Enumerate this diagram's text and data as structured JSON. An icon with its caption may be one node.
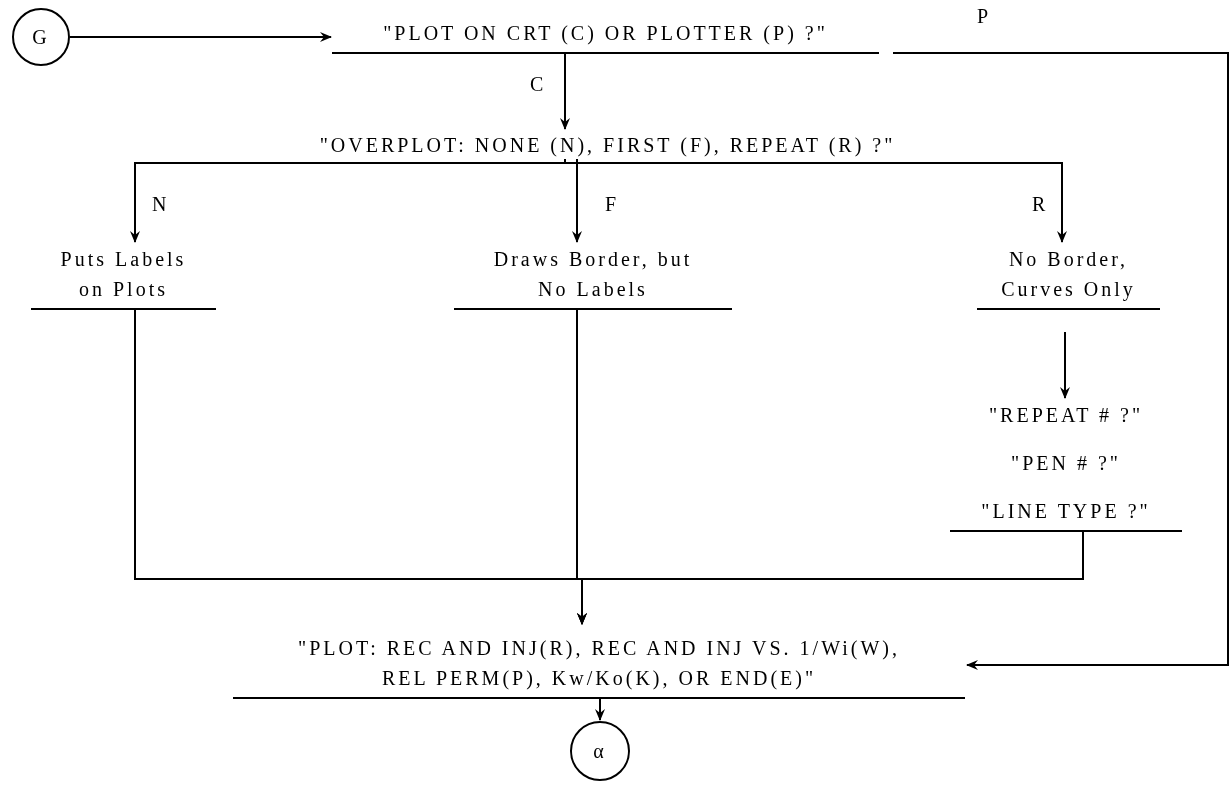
{
  "diagram": {
    "nodes": [
      {
        "text": [
          "G"
        ]
      },
      {
        "text": [
          "\"PLOT ON CRT (C) OR PLOTTER (P) ?\""
        ]
      },
      {
        "text": [
          "\"OVERPLOT: NONE (N), FIRST (F), REPEAT (R) ?\""
        ]
      },
      {
        "text": [
          "Puts Labels on Plots"
        ]
      },
      {
        "text": [
          "Draws Border, but No Labels"
        ]
      },
      {
        "text": [
          "No Border, Curves Only"
        ]
      },
      {
        "text": [
          "\"REPEAT # ?\"",
          "\"PEN # ?\"",
          "\"LINE TYPE ?\""
        ]
      },
      {
        "text": [
          "\"PLOT: REC AND INJ(R), REC AND INJ VS. 1/Wi(W), REL PERM(P), Kw/Ko(K), OR END(E)\""
        ]
      },
      {
        "text": [
          "α"
        ]
      }
    ],
    "edges": [
      {
        "from": 0,
        "to": 1,
        "arrow": "to"
      },
      {
        "from": 1,
        "to": 2,
        "arrow": "to",
        "label": "C"
      },
      {
        "from": 1,
        "to": 7,
        "arrow": "to",
        "label": "P"
      },
      {
        "from": 2,
        "to": 3,
        "arrow": "to",
        "label": "N"
      },
      {
        "from": 2,
        "to": 4,
        "arrow": "to",
        "label": "F"
      },
      {
        "from": 2,
        "to": 5,
        "arrow": "to",
        "label": "R"
      },
      {
        "from": 5,
        "to": 6,
        "arrow": "to"
      },
      {
        "from": 3,
        "to": 7,
        "arrow": "to"
      },
      {
        "from": 4,
        "to": 7,
        "arrow": "to"
      },
      {
        "from": 6,
        "to": 7,
        "arrow": "to"
      },
      {
        "from": 7,
        "to": 8,
        "arrow": "to"
      }
    ]
  }
}
